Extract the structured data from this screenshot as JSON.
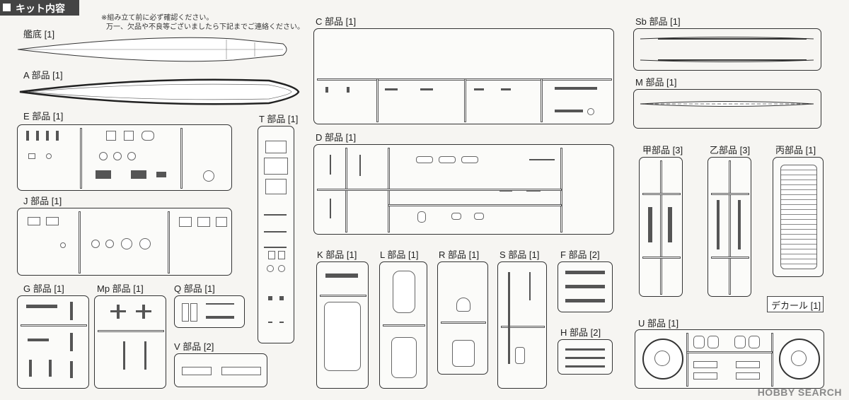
{
  "header": {
    "title": "キット内容"
  },
  "notes": [
    "※組み立て前に必ず確認ください。",
    "万一、欠品や不良等ございましたら下記までご連絡ください。"
  ],
  "labels": {
    "hull_bottom": "艦底 [1]",
    "A": "A 部品 [1]",
    "E": "E 部品 [1]",
    "J": "J 部品 [1]",
    "G": "G 部品 [1]",
    "Mp": "Mp 部品 [1]",
    "Q": "Q 部品 [1]",
    "V": "V 部品 [2]",
    "T": "T 部品 [1]",
    "C": "C 部品 [1]",
    "D": "D 部品 [1]",
    "K": "K 部品 [1]",
    "L": "L 部品 [1]",
    "R": "R 部品 [1]",
    "S": "S 部品 [1]",
    "F": "F 部品 [2]",
    "H": "H 部品 [2]",
    "Sb": "Sb 部品 [1]",
    "M": "M 部品 [1]",
    "Ko": "甲部品 [3]",
    "Otsu": "乙部品 [3]",
    "Hei": "丙部品 [1]",
    "decal": "デカール [1]",
    "U": "U 部品 [1]"
  },
  "watermark": "HOBBY SEARCH",
  "colors": {
    "line": "#333333",
    "background": "#f6f5f2",
    "header": "#444444"
  }
}
